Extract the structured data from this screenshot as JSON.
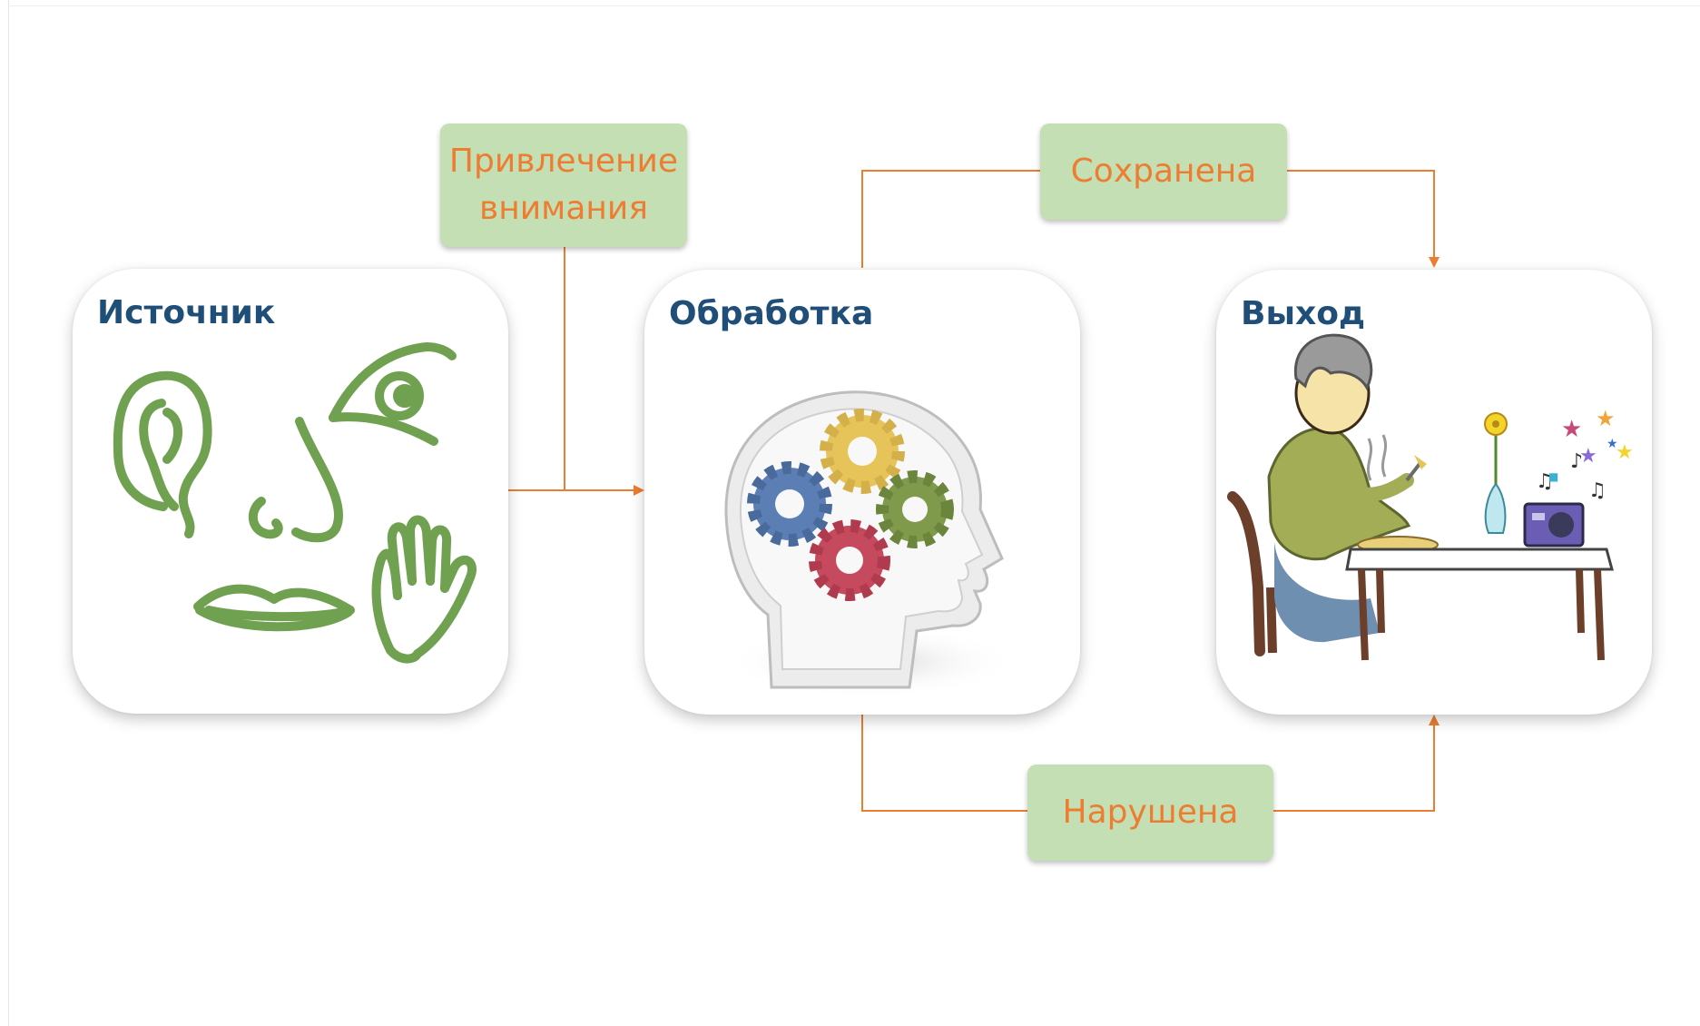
{
  "nodes": {
    "source": {
      "title": "Источник",
      "icons": [
        "ear-icon",
        "eye-icon",
        "nose-icon",
        "lips-icon",
        "hand-icon"
      ]
    },
    "processing": {
      "title": "Обработка",
      "icons": [
        "head-with-gears-icon"
      ]
    },
    "output": {
      "title": "Выход",
      "icons": [
        "elderly-woman-eating-icon",
        "flower-vase-icon",
        "radio-icon",
        "music-notes-icon"
      ]
    }
  },
  "edges": {
    "attention": {
      "label_line1": "Привлечение",
      "label_line2": "внимания"
    },
    "preserved": {
      "label": "Сохранена"
    },
    "impaired": {
      "label": "Нарушена"
    }
  },
  "colors": {
    "title": "#1f4e79",
    "label_text": "#ed7d31",
    "label_bg": "#c5dfb5",
    "connector": "#ed7d31",
    "sense_icons": "#70a150"
  }
}
